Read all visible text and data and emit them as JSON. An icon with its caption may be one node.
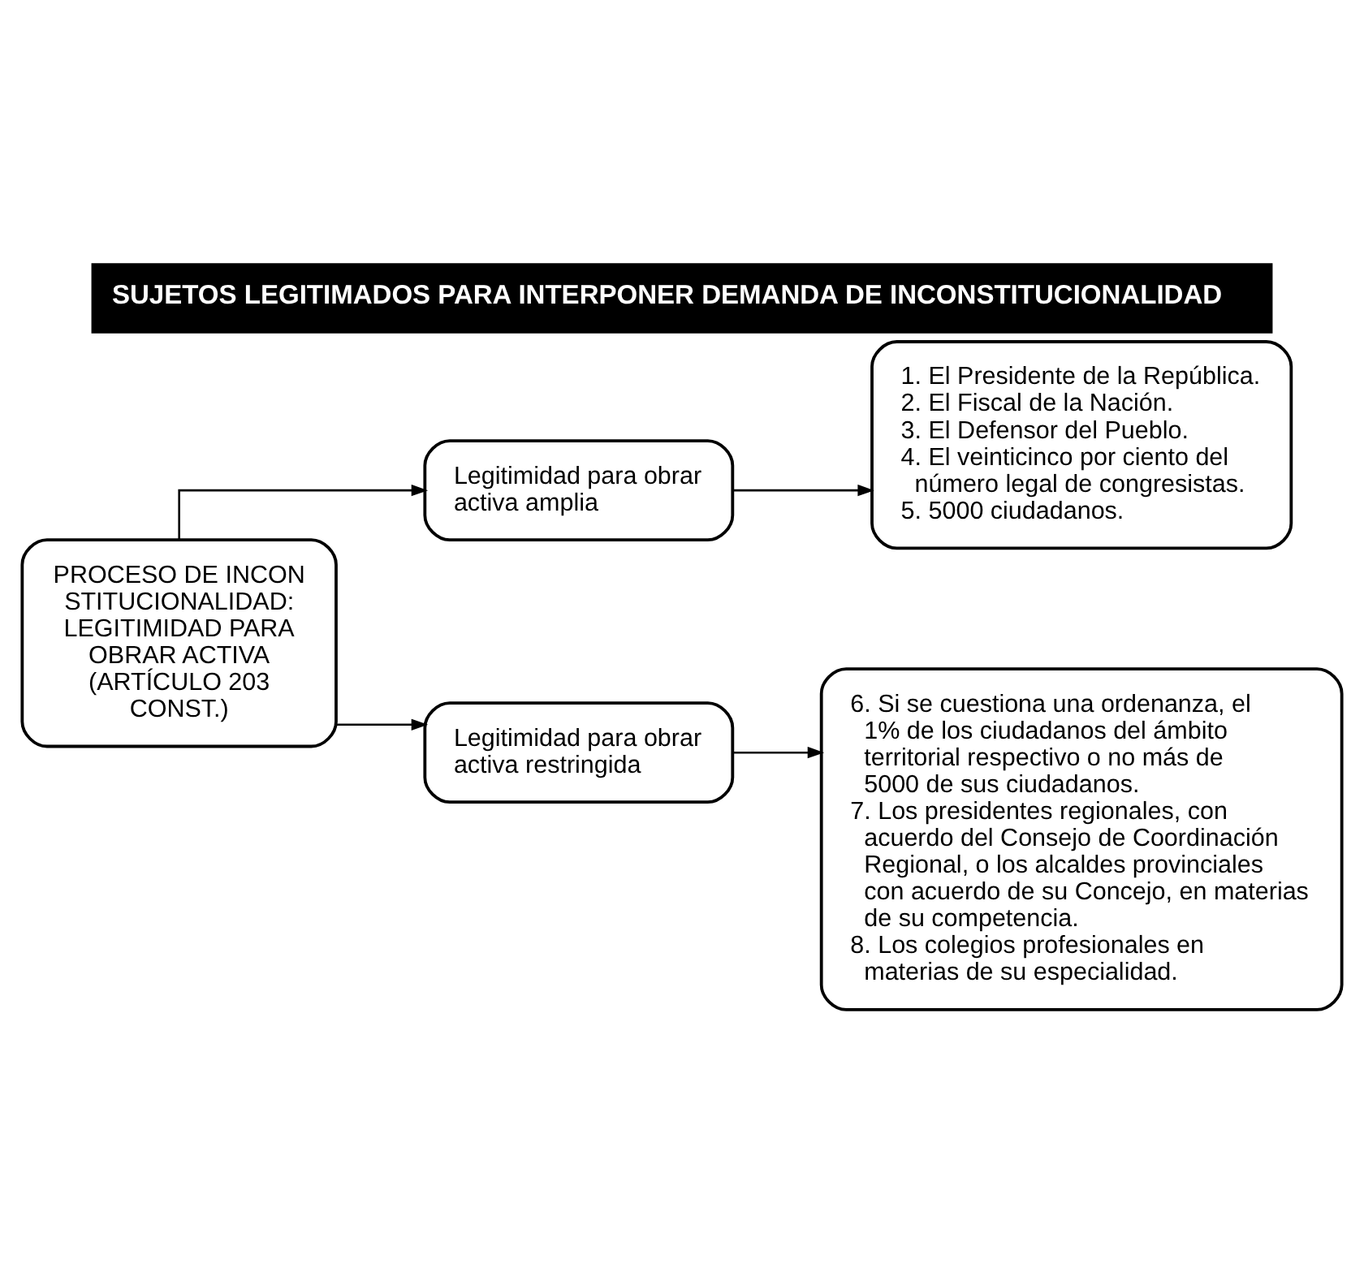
{
  "diagram": {
    "title": "SUJETOS LEGITIMADOS PARA INTERPONER DEMANDA DE INCONSTITUCIONALIDAD",
    "nodes": [
      {
        "text": [
          "PROCESO DE INCONSTITUCIONALIDAD: LEGITIMIDAD PARA OBRAR ACTIVA (ARTÍCULO 203 CONST.)"
        ]
      },
      {
        "text": [
          "Legitimidad para obrar activa amplia"
        ]
      },
      {
        "text": [
          "1. El Presidente de la República.",
          "2. El Fiscal de la Nación.",
          "3. El Defensor del Pueblo.",
          "4. El veinticinco por ciento del número legal de congresistas.",
          "5. 5000 ciudadanos."
        ]
      },
      {
        "text": [
          "Legitimidad para obrar activa restringida"
        ]
      },
      {
        "text": [
          "6. Si se cuestiona una ordenanza, el 1% de los ciudadanos del ámbito territorial respectivo o no más de 5000 de sus ciudadanos.",
          "7. Los presidentes regionales, con acuerdo del Consejo de Coordinación Regional, o los alcaldes provinciales con acuerdo de su Concejo, en materias de su competencia.",
          "8. Los colegios profesionales en materias de su especialidad."
        ]
      }
    ],
    "edges": [
      {
        "from": 0,
        "to": 1,
        "arrow": "to"
      },
      {
        "from": 0,
        "to": 3,
        "arrow": "to"
      },
      {
        "from": 1,
        "to": 2,
        "arrow": "to"
      },
      {
        "from": 3,
        "to": 4,
        "arrow": "to"
      }
    ]
  }
}
